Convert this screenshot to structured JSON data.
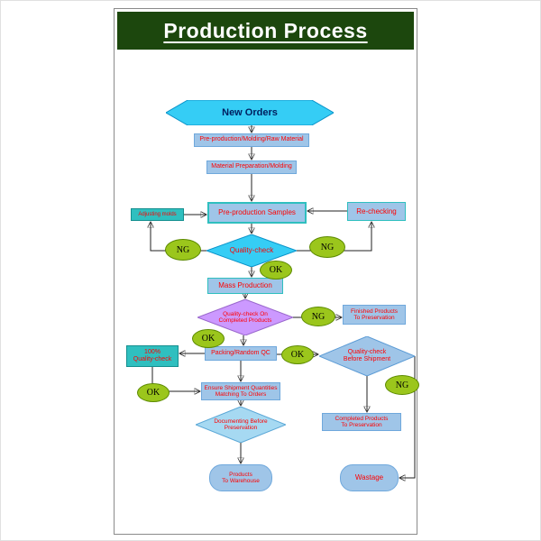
{
  "header": {
    "title": "Production Process"
  },
  "nodes": {
    "new_orders": {
      "label": "New Orders"
    },
    "preproduction_raw": {
      "label": "Pre-production/Molding/Raw Material"
    },
    "material_prep": {
      "label": "Material Preparation/Molding"
    },
    "preproduction_samples": {
      "label": "Pre-production Samples"
    },
    "rechecking": {
      "label": "Re-checking"
    },
    "adjusting_molds": {
      "label": "Adjusting molds"
    },
    "quality_check": {
      "label": "Quality-check"
    },
    "mass_production": {
      "label": "Mass Production"
    },
    "qc_completed": {
      "line1": "Quality-check On",
      "line2": "Completed Products"
    },
    "finished_products": {
      "line1": "Finished Products",
      "line2": "To Preservation"
    },
    "packing": {
      "label": "Packing/Random QC"
    },
    "full_qc": {
      "line1": "100%",
      "line2": "Quality-check"
    },
    "ensure_shipment": {
      "line1": "Ensure Shipment Quantities",
      "line2": "Matching To Orders"
    },
    "qc_shipment": {
      "line1": "Quality-check",
      "line2": "Before Shipment"
    },
    "completed_products": {
      "line1": "Completed Products",
      "line2": "To Preservation"
    },
    "documenting": {
      "line1": "Documenting Before",
      "line2": "Preservation"
    },
    "warehouse": {
      "line1": "Products",
      "line2": "To Warehouse"
    },
    "wastage": {
      "label": "Wastage"
    }
  },
  "badges": {
    "ng": "NG",
    "ok": "OK"
  },
  "colors": {
    "header_green": "#1c470d",
    "node_blue": "#9fc5e8",
    "cyan": "#35cdf5",
    "purple": "#cc99ff",
    "teal": "#2fbfbf",
    "doc_blue": "#a6d9f2",
    "badge_green": "#9bc61c",
    "text_red": "#ff0000",
    "navy": "#002060"
  }
}
